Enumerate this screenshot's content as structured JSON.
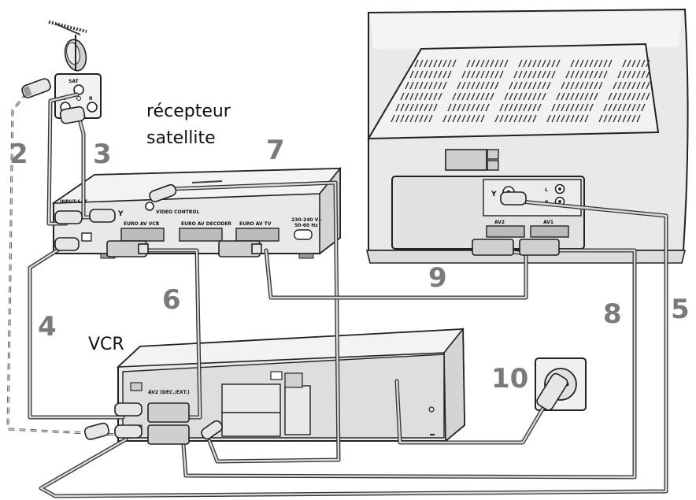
{
  "labels": {
    "satellite_receiver": [
      "récepteur",
      "satellite"
    ],
    "vcr": "VCR"
  },
  "port_labels": {
    "sat": "SAT",
    "tv": "TV",
    "r": "R",
    "input_sat": "INPUT-SAT",
    "video_control": "VIDEO CONTROL",
    "euro_av_vcr": "EURO AV VCR",
    "euro_av_decoder": "EURO AV DECODER",
    "euro_av_tv": "EURO AV TV",
    "mains_rating": [
      "230-240 V~",
      "50-60 Hz"
    ],
    "tv_av2": "AV2",
    "tv_av1": "AV1",
    "tv_audio_l": "L",
    "tv_audio_r": "R",
    "vcr_av2": "AV2 (DEC./EXT.)"
  },
  "callouts": [
    "2",
    "3",
    "4",
    "5",
    "6",
    "7",
    "8",
    "9",
    "10"
  ]
}
